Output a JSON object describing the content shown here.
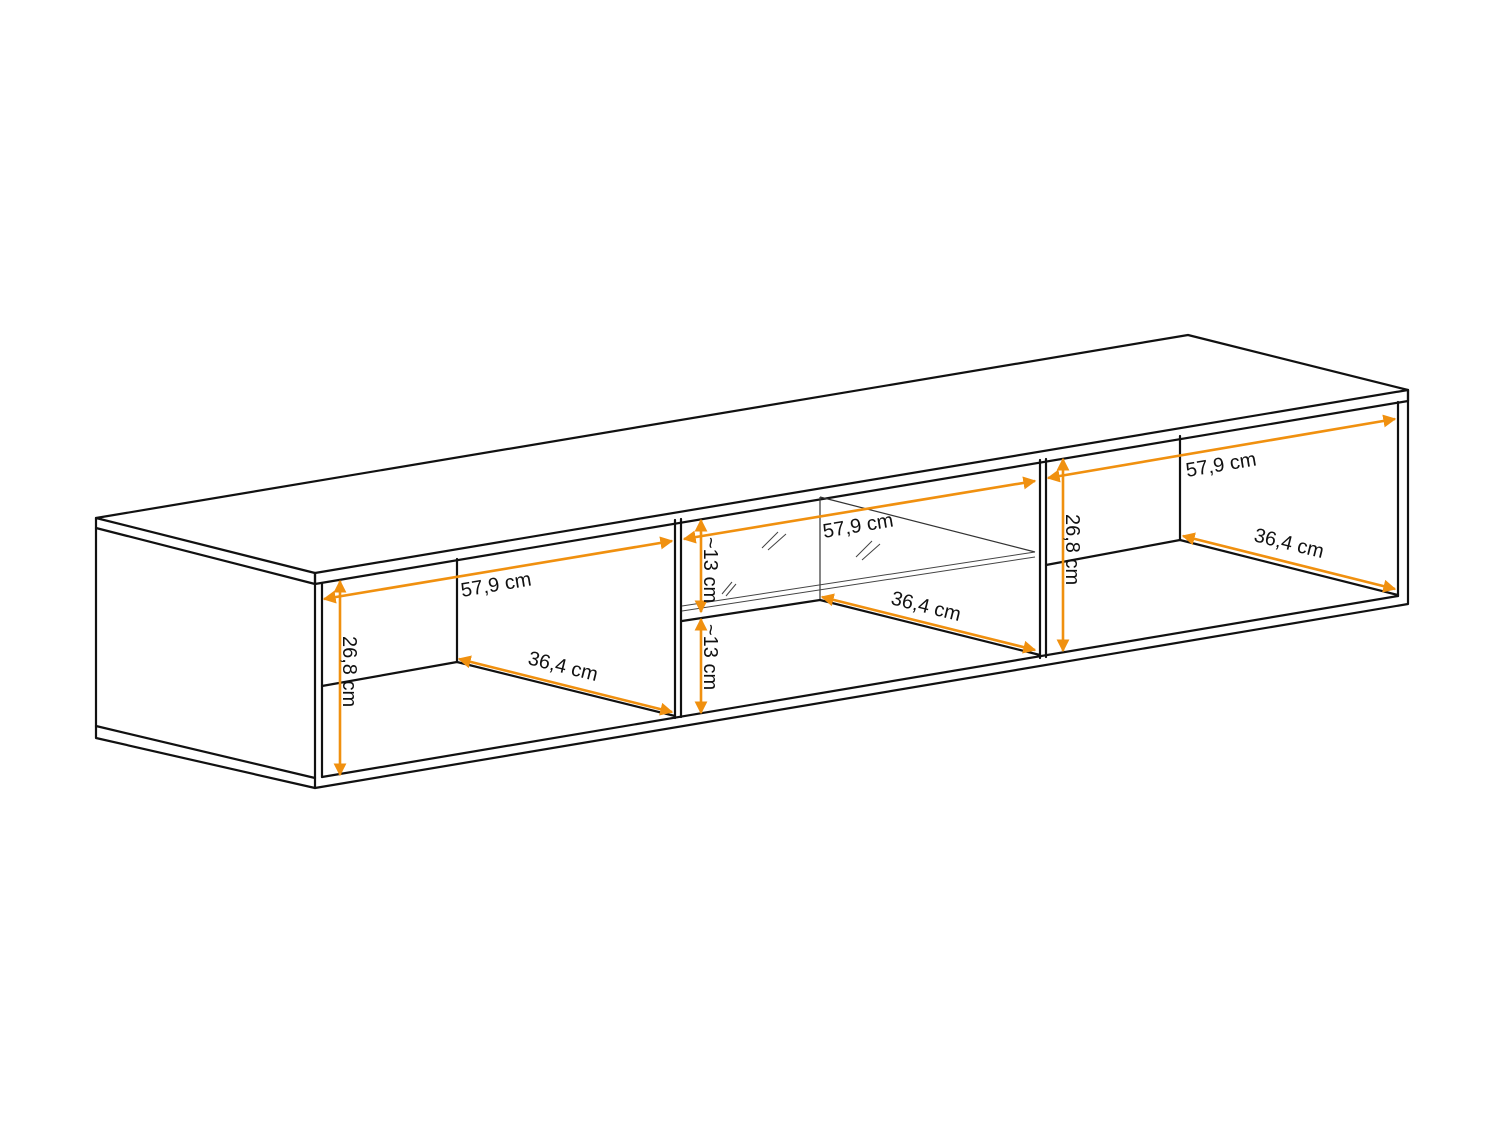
{
  "diagram": {
    "type": "technical-dimension-drawing",
    "subject": "wall-mounted TV cabinet with three compartments",
    "colors": {
      "outline": "#111111",
      "dimension_arrows": "#f0900f",
      "background": "#ffffff"
    },
    "compartments": [
      {
        "position": "left",
        "width_label": "57,9 cm",
        "depth_label": "36,4 cm",
        "height_label": "26,8 cm"
      },
      {
        "position": "middle",
        "width_label": "57,9 cm",
        "depth_label": "36,4 cm",
        "upper_height_label": "~13 cm",
        "lower_height_label": "~13 cm",
        "has_glass_shelf": true
      },
      {
        "position": "right",
        "width_label": "57,9 cm",
        "depth_label": "36,4 cm",
        "height_label": "26,8 cm"
      }
    ]
  }
}
